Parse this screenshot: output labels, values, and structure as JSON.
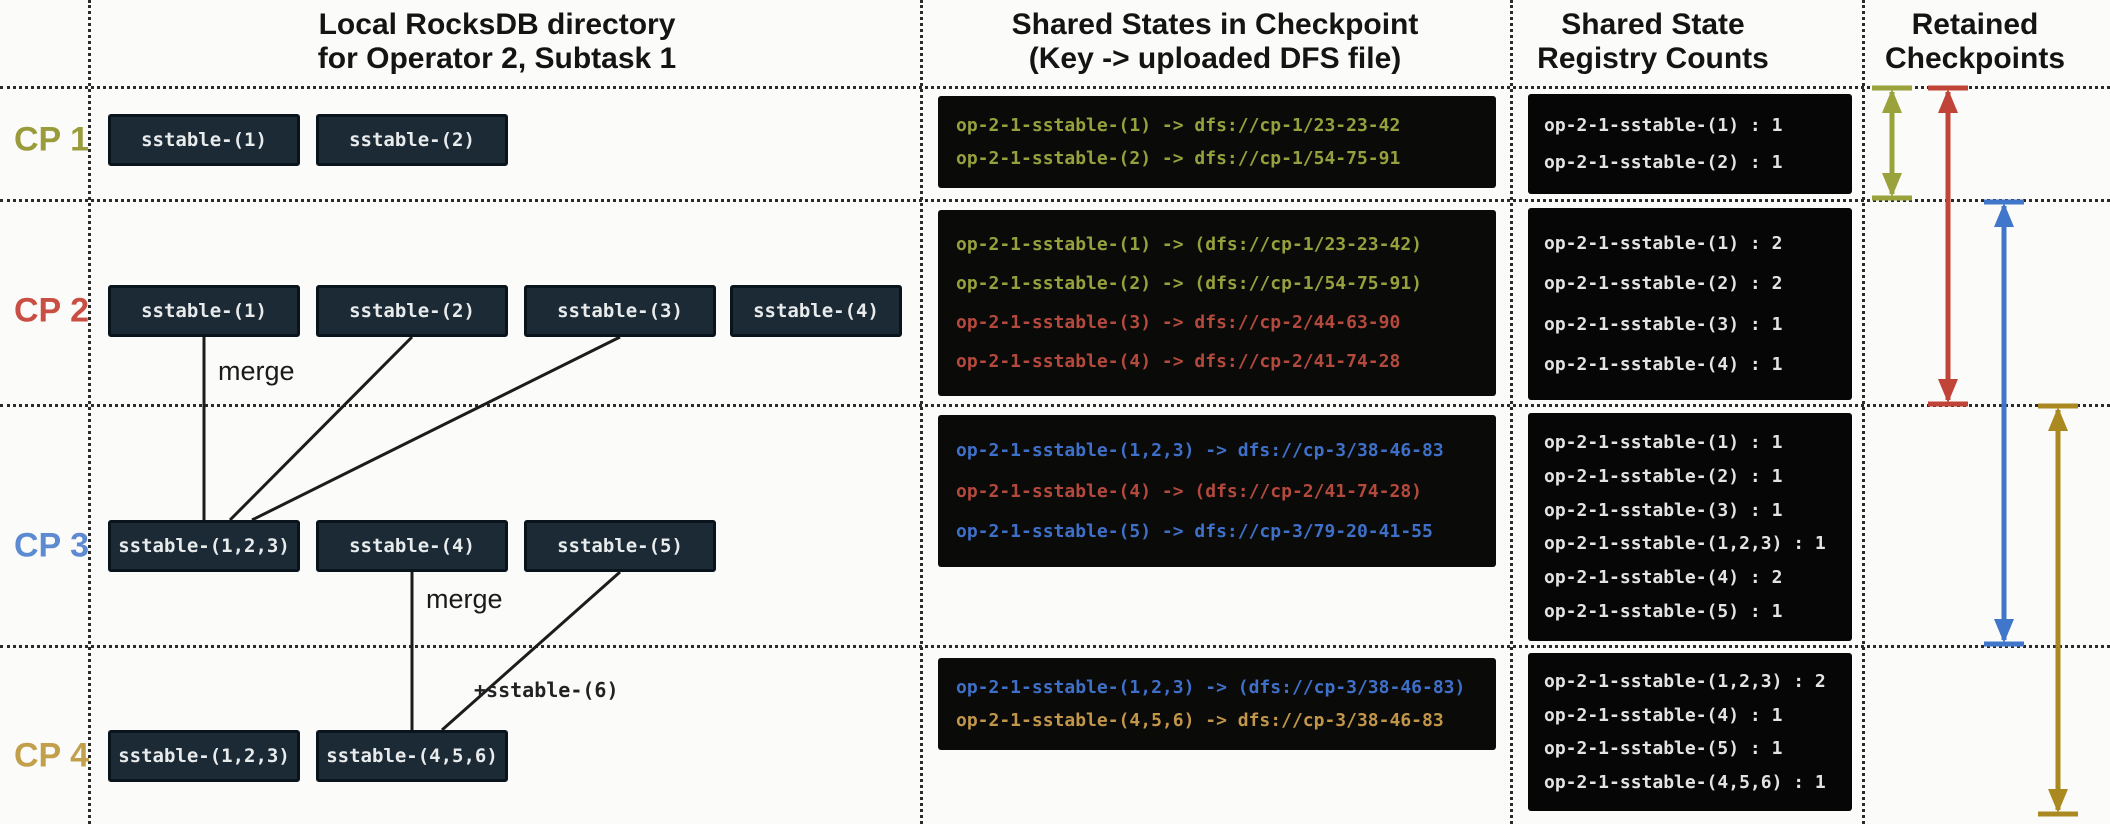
{
  "colors": {
    "cp1": "#9a9c3b",
    "cp2": "#c94f44",
    "cp3": "#5d8bd2",
    "cp4": "#c2a04b",
    "olive": "#96a03c",
    "red": "#b4493d",
    "blue": "#3f70c9",
    "gold": "#c2964a",
    "arrow_olive": "#9aa23b",
    "arrow_red": "#c04538",
    "arrow_blue": "#4177cb",
    "arrow_gold": "#aa8a20"
  },
  "headers": {
    "local_line1": "Local RocksDB directory",
    "local_line2": "for Operator 2, Subtask 1",
    "shared_line1": "Shared States in Checkpoint",
    "shared_line2": "(Key -> uploaded DFS file)",
    "registry_line1": "Shared State",
    "registry_line2": "Registry Counts",
    "retained_line1": "Retained",
    "retained_line2": "Checkpoints"
  },
  "annotations": {
    "merge_cp2": "merge",
    "merge_cp3": "merge",
    "added_sstable": "+sstable-(6)"
  },
  "checkpoints": [
    {
      "label": "CP 1",
      "sstables": [
        "sstable-(1)",
        "sstable-(2)"
      ],
      "shared_states": [
        {
          "text": "op-2-1-sstable-(1) -> dfs://cp-1/23-23-42",
          "color": "olive"
        },
        {
          "text": "op-2-1-sstable-(2) -> dfs://cp-1/54-75-91",
          "color": "olive"
        }
      ],
      "registry_counts": [
        "op-2-1-sstable-(1) : 1",
        "op-2-1-sstable-(2) : 1"
      ]
    },
    {
      "label": "CP 2",
      "sstables": [
        "sstable-(1)",
        "sstable-(2)",
        "sstable-(3)",
        "sstable-(4)"
      ],
      "shared_states": [
        {
          "text": "op-2-1-sstable-(1) -> (dfs://cp-1/23-23-42)",
          "color": "olive"
        },
        {
          "text": "op-2-1-sstable-(2) -> (dfs://cp-1/54-75-91)",
          "color": "olive"
        },
        {
          "text": "op-2-1-sstable-(3) -> dfs://cp-2/44-63-90",
          "color": "red"
        },
        {
          "text": "op-2-1-sstable-(4) -> dfs://cp-2/41-74-28",
          "color": "red"
        }
      ],
      "registry_counts": [
        "op-2-1-sstable-(1) : 2",
        "op-2-1-sstable-(2) : 2",
        "op-2-1-sstable-(3) : 1",
        "op-2-1-sstable-(4) : 1"
      ]
    },
    {
      "label": "CP 3",
      "sstables": [
        "sstable-(1,2,3)",
        "sstable-(4)",
        "sstable-(5)"
      ],
      "shared_states": [
        {
          "text": "op-2-1-sstable-(1,2,3) -> dfs://cp-3/38-46-83",
          "color": "blue"
        },
        {
          "text": "op-2-1-sstable-(4) -> (dfs://cp-2/41-74-28)",
          "color": "red"
        },
        {
          "text": "op-2-1-sstable-(5) -> dfs://cp-3/79-20-41-55",
          "color": "blue"
        }
      ],
      "registry_counts": [
        "op-2-1-sstable-(1) : 1",
        "op-2-1-sstable-(2) : 1",
        "op-2-1-sstable-(3) : 1",
        "op-2-1-sstable-(1,2,3) : 1",
        "op-2-1-sstable-(4) : 2",
        "op-2-1-sstable-(5) : 1"
      ]
    },
    {
      "label": "CP 4",
      "sstables": [
        "sstable-(1,2,3)",
        "sstable-(4,5,6)"
      ],
      "shared_states": [
        {
          "text": "op-2-1-sstable-(1,2,3) -> (dfs://cp-3/38-46-83)",
          "color": "blue"
        },
        {
          "text": "op-2-1-sstable-(4,5,6) -> dfs://cp-3/38-46-83",
          "color": "gold"
        }
      ],
      "registry_counts": [
        "op-2-1-sstable-(1,2,3) : 2",
        "op-2-1-sstable-(4) : 1",
        "op-2-1-sstable-(5) : 1",
        "op-2-1-sstable-(4,5,6) : 1"
      ]
    }
  ]
}
